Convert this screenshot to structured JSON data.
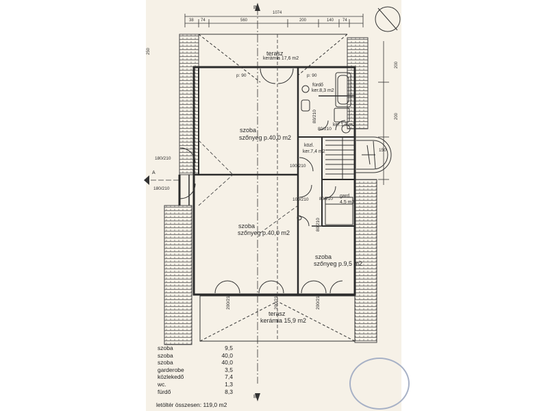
{
  "rooms": {
    "terasz_top": "terasz",
    "terasz_top_floor": "kerámia 17,6 m2",
    "szoba_upper": "szoba",
    "szoba_upper_floor": "szőnyeg p.40,0 m2",
    "szoba_lower": "szoba",
    "szoba_lower_floor": "szőnyeg p.40,0 m2",
    "szoba_small": "szoba",
    "szoba_small_floor": "szőnyeg p.9,5 m2",
    "furdo": "fürdő",
    "furdo_floor": "ker.8,3 m2",
    "kozl": "közl.",
    "kozl_floor": "ker.7,4 m2",
    "gard": "gard.",
    "gard_floor": "4,5 m2",
    "wc_floor": "ker.1,3 m2",
    "terasz_bottom": "terasz",
    "terasz_bottom_floor": "kerámia 15,9 m2"
  },
  "doors": {
    "d1": "80/210",
    "d2": "80/210",
    "d3": "100/210",
    "d4": "100/210",
    "d5": "80/210",
    "d6": "80/210",
    "d7": "180/210",
    "d8": "180/210",
    "d9": "200/210",
    "d10": "200/210",
    "d11": "200/210",
    "d12": "150",
    "p1": "p: 90",
    "p2": "p: 90"
  },
  "dimensions": {
    "top_total": "1074",
    "top_a": "38",
    "top_b": "74",
    "top_c": "560",
    "top_d": "140",
    "top_e": "74",
    "top_f": "200",
    "side_a": "200",
    "side_b": "200",
    "side_c": "250"
  },
  "markers": {
    "section_b": "B",
    "section_a": "A"
  },
  "area_table": [
    {
      "name": "szoba",
      "value": "9,5"
    },
    {
      "name": "szoba",
      "value": "40,0"
    },
    {
      "name": "szoba",
      "value": "40,0"
    },
    {
      "name": "garderobe",
      "value": "3,5"
    },
    {
      "name": "közlekedő",
      "value": "7,4"
    },
    {
      "name": "wc.",
      "value": "1,3"
    },
    {
      "name": "fürdő",
      "value": "8,3"
    }
  ],
  "total": "letöltér összesen: 119,0 m2"
}
